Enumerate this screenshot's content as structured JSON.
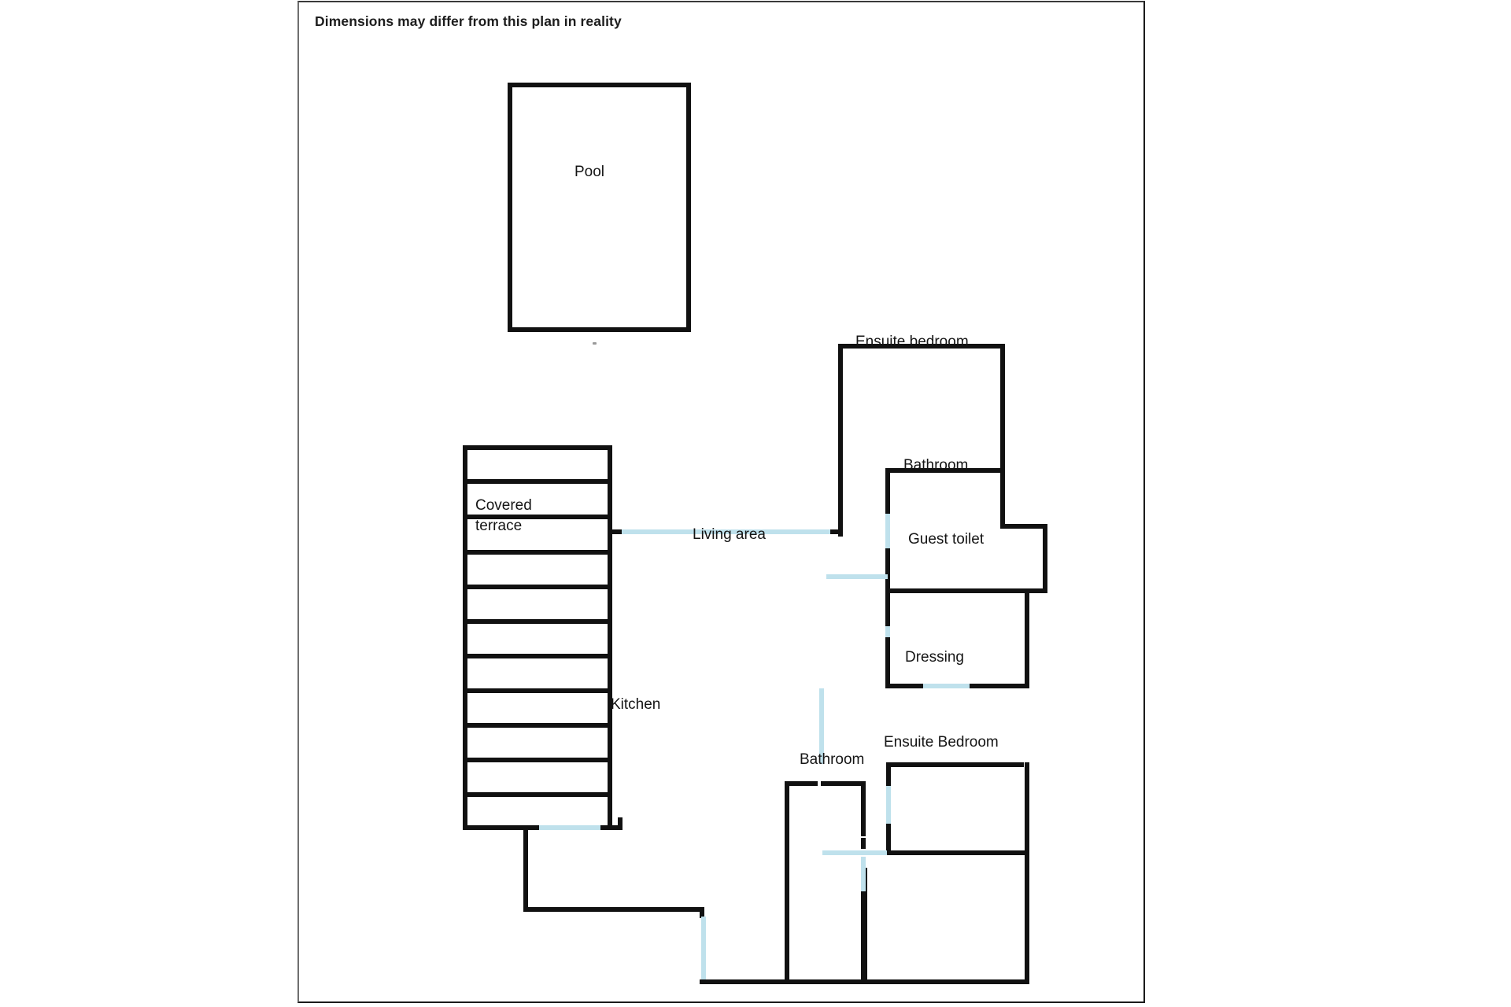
{
  "plan": {
    "note": "Dimensions may differ from this plan in reality",
    "colors": {
      "wall": "#111111",
      "door": "#bfe1ec",
      "frame": "#1b1b1b",
      "text": "#151515",
      "background": "#ffffff"
    },
    "rooms": [
      {
        "id": "pool",
        "label": "Pool"
      },
      {
        "id": "covered-terrace",
        "label": "Covered",
        "label2": "terrace"
      },
      {
        "id": "living-area",
        "label": "Living area"
      },
      {
        "id": "kitchen",
        "label": "Kitchen"
      },
      {
        "id": "ensuite-bedroom-top",
        "label": "Ensuite bedroom"
      },
      {
        "id": "bathroom-top",
        "label": "Bathroom"
      },
      {
        "id": "guest-toilet",
        "label": "Guest toilet"
      },
      {
        "id": "dressing",
        "label": "Dressing"
      },
      {
        "id": "ensuite-bedroom-bottom",
        "label": "Ensuite Bedroom"
      },
      {
        "id": "bathroom-bottom",
        "label": "Bathroom"
      }
    ]
  }
}
